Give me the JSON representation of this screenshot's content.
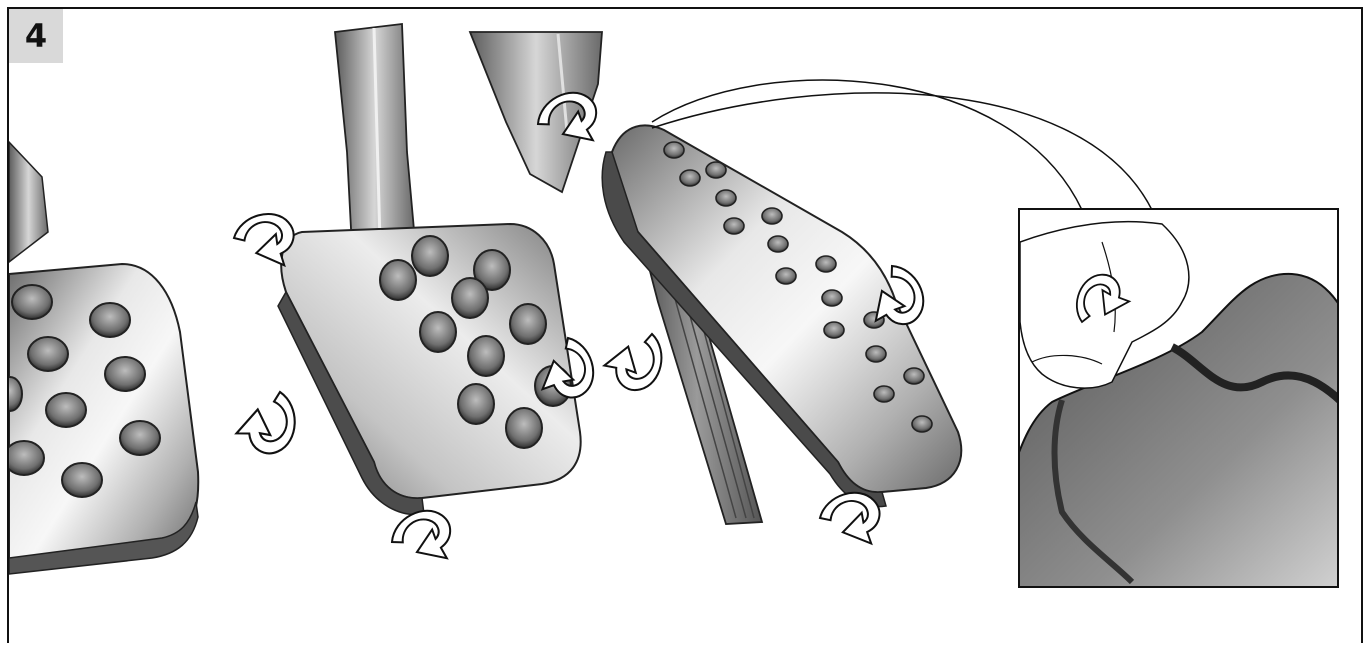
{
  "step": {
    "number": "4"
  },
  "colors": {
    "frame": "#111111",
    "badge": "#d9d9d9",
    "metal_light": "#f2f2f2",
    "metal_dark": "#5a5a5a",
    "rubber": "#6f6f6f",
    "arrow_fill": "#ffffff",
    "arrow_outline": "#111111"
  },
  "illustration": {
    "items": [
      "pedal-cover-left",
      "brake-pedal-cover",
      "accelerator-pedal-cover",
      "detail-inset"
    ]
  }
}
